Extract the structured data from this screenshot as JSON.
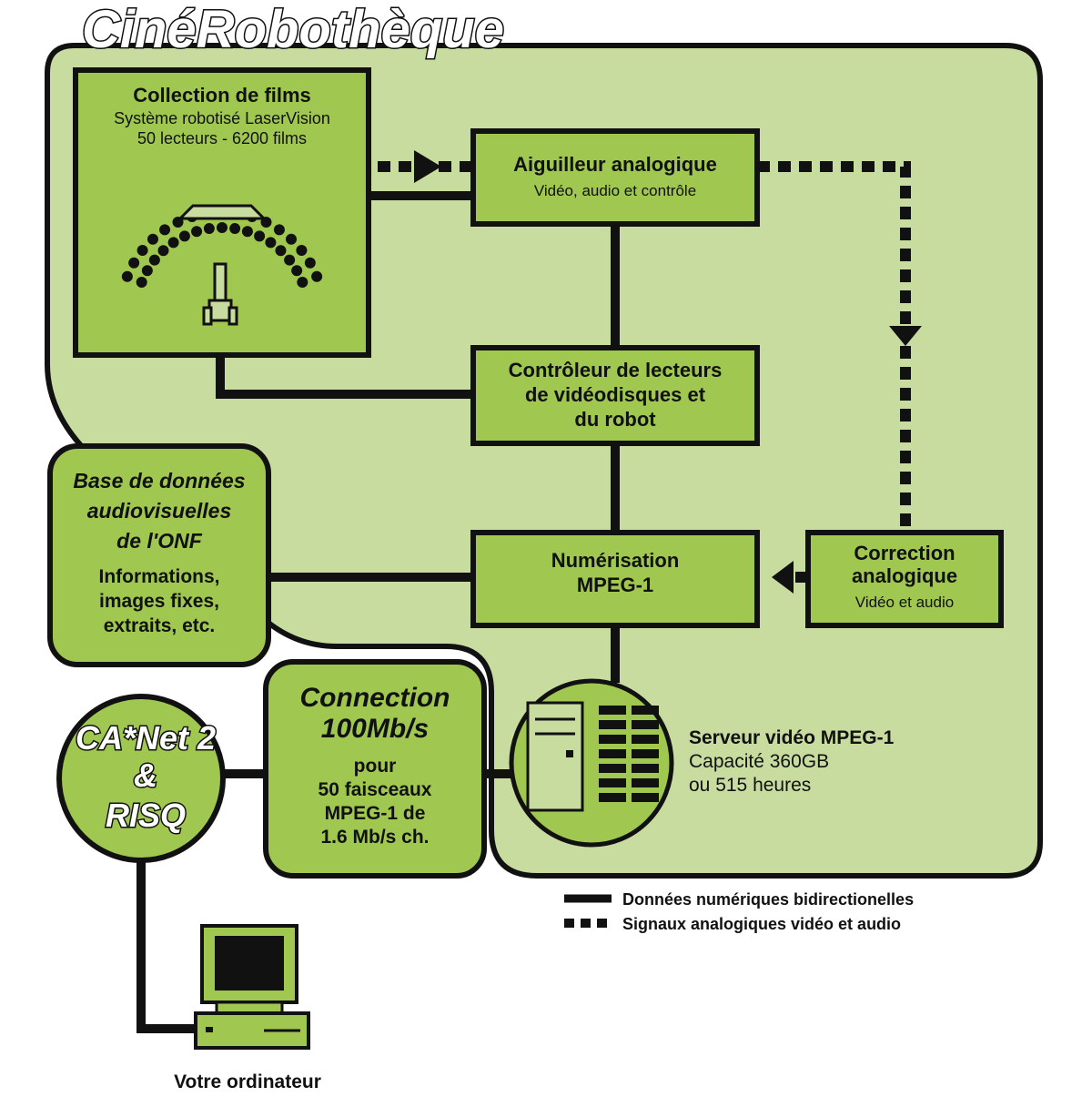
{
  "title": "CinéRobothèque",
  "colors": {
    "background_panel": "#c8dca0",
    "box_fill": "#a0c850",
    "outline": "#111111"
  },
  "nodes": {
    "collection": {
      "title": "Collection de films",
      "line1": "Système robotisé LaserVision",
      "line2": "50 lecteurs - 6200 films"
    },
    "aiguilleur": {
      "title": "Aiguilleur analogique",
      "sub": "Vidéo, audio et contrôle"
    },
    "controleur": {
      "line1": "Contrôleur de lecteurs",
      "line2": "de vidéodisques et",
      "line3": "du robot"
    },
    "base": {
      "title1": "Base de données",
      "title2": "audiovisuelles",
      "title3": "de l'ONF",
      "line1": "Informations,",
      "line2": "images fixes,",
      "line3": "extraits, etc."
    },
    "numerisation": {
      "line1": "Numérisation",
      "line2": "MPEG-1"
    },
    "correction": {
      "line1": "Correction",
      "line2": "analogique",
      "sub": "Vidéo et audio"
    },
    "connection": {
      "title1": "Connection",
      "title2": "100Mb/s",
      "line1": "pour",
      "line2": "50 faisceaux",
      "line3": "MPEG-1 de",
      "line4": "1.6 Mb/s ch."
    },
    "canet": {
      "line1": "CA*Net 2",
      "line2": "&",
      "line3": "RISQ"
    },
    "serveur": {
      "title": "Serveur vidéo MPEG-1",
      "line1": "Capacité  360GB",
      "line2": "ou 515 heures"
    },
    "ordinateur": {
      "label": "Votre ordinateur"
    }
  },
  "legend": {
    "solid": "Données numériques bidirectionelles",
    "dashed": "Signaux analogiques vidéo et audio"
  }
}
